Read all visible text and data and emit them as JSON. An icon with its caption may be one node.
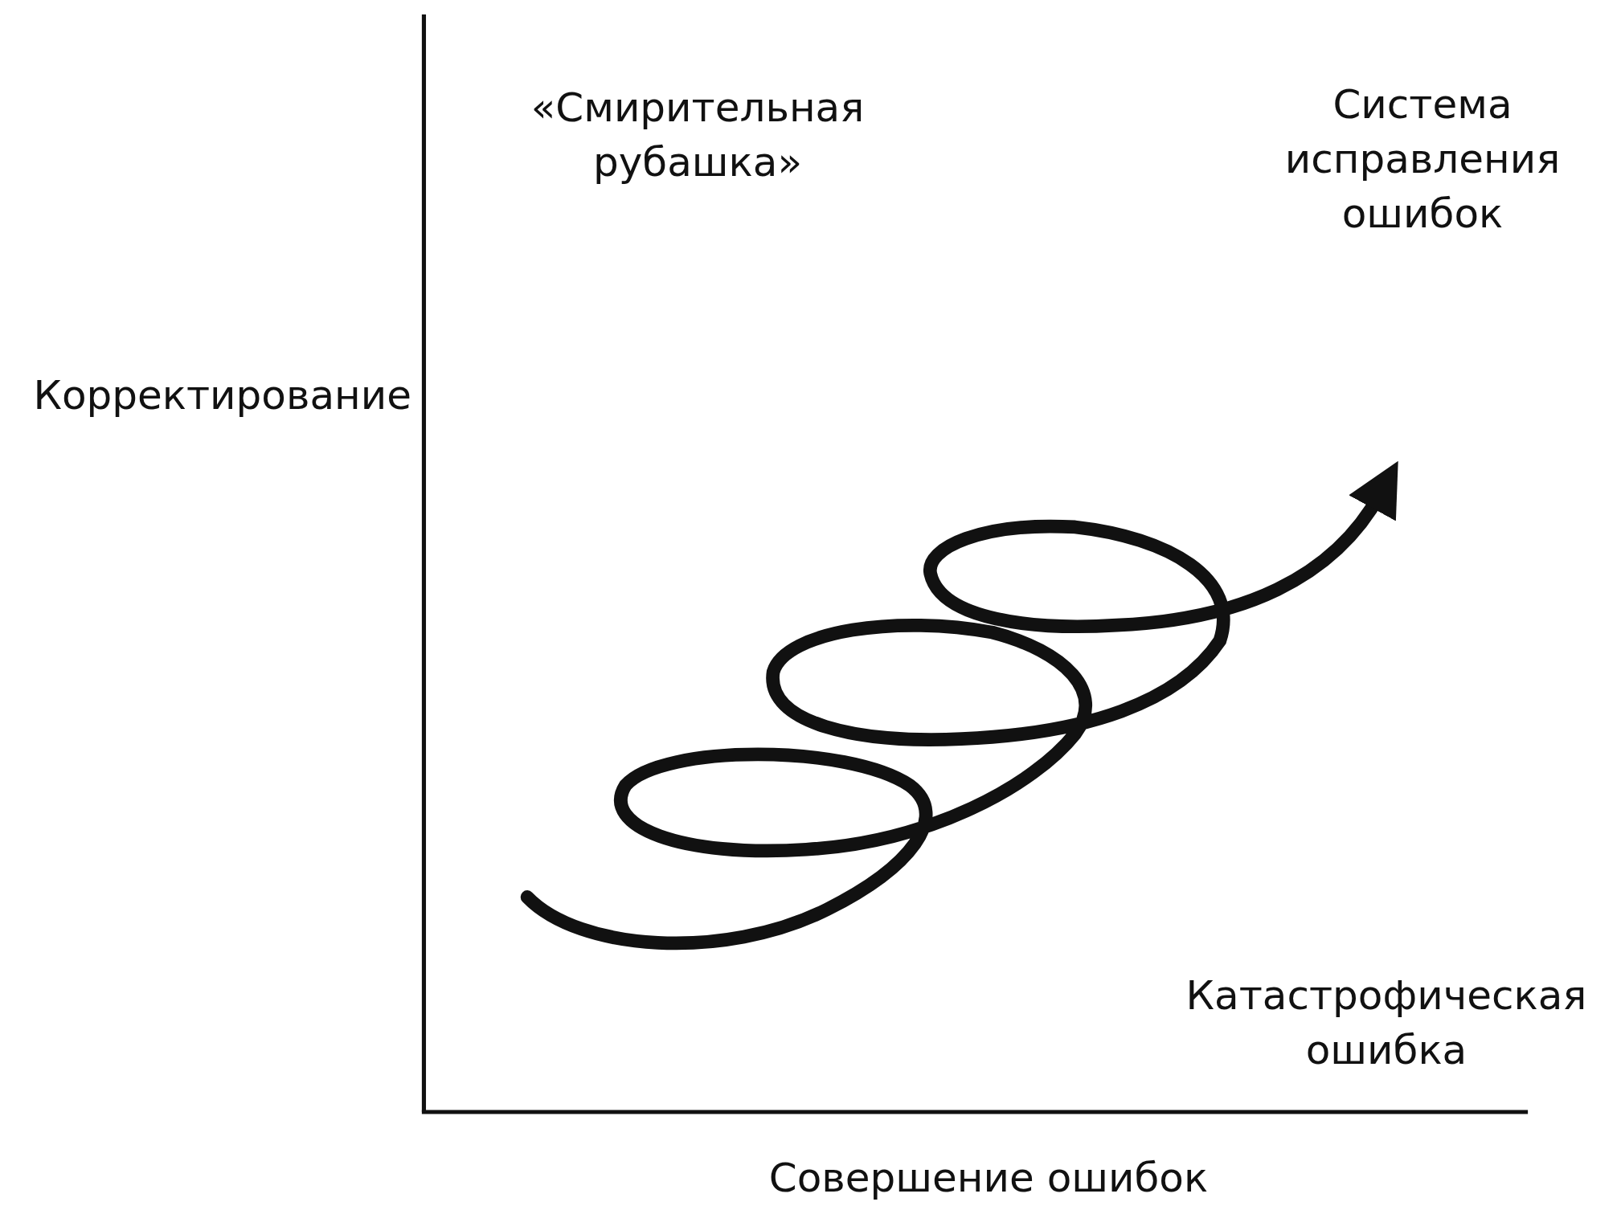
{
  "diagram": {
    "labels": [
      "«Смирительная рубашка»",
      "Система исправления ошибок",
      "Корректирование",
      "Катастрофическая ошибка",
      "Совершение ошибок"
    ]
  }
}
